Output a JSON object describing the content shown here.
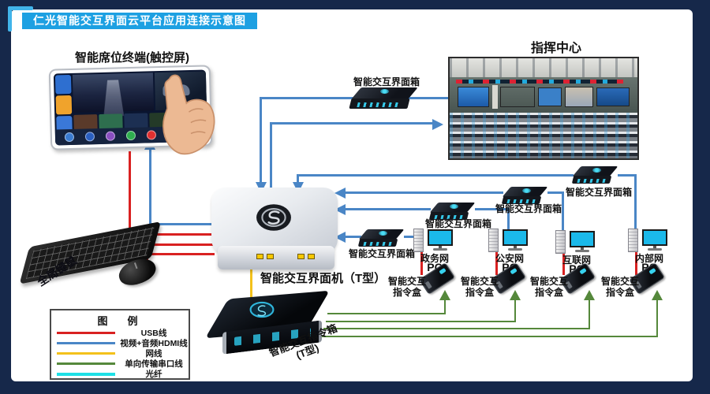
{
  "frame": {
    "title": "仁光智能交互界面云平台应用连接示意图"
  },
  "colors": {
    "navy": "#16284a",
    "banner": "#1da0e2",
    "accent": "#41b4ea",
    "blue": "#4a86c6",
    "red": "#d92121",
    "yellow": "#f3c11b",
    "green": "#55883b",
    "cyan": "#1ee0e6",
    "screen": "#1bb9ea"
  },
  "nodes": {
    "touch_terminal": {
      "label": "智能席位终端(触控屏)"
    },
    "command_center": {
      "label": "指挥中心"
    },
    "interface_box_top": {
      "label": "智能交互界面箱"
    },
    "main_unit": {
      "label": "智能交互界面机（T型）"
    },
    "keyboard_mouse": {
      "label": "全局键鼠"
    },
    "command_unit": {
      "label_line1": "智能交互指令箱",
      "label_line2": "(T型)"
    },
    "interface_boxes": [
      {
        "label": "智能交互界面箱"
      },
      {
        "label": "智能交互界面箱"
      },
      {
        "label": "智能交互界面箱"
      },
      {
        "label": "智能交互界面箱"
      }
    ],
    "pcs": [
      {
        "name": "政务网",
        "suffix": "PC"
      },
      {
        "name": "公安网",
        "suffix": "PC"
      },
      {
        "name": "互联网",
        "suffix": "PC"
      },
      {
        "name": "内部网",
        "suffix": "PC"
      }
    ],
    "command_boxes": [
      {
        "line1": "智能交互",
        "line2": "指令盒"
      },
      {
        "line1": "智能交互",
        "line2": "指令盒"
      },
      {
        "line1": "智能交互",
        "line2": "指令盒"
      },
      {
        "line1": "智能交互",
        "line2": "指令盒"
      }
    ]
  },
  "legend": {
    "title": "图　例",
    "items": [
      {
        "label": "USB线",
        "color": "#d92121"
      },
      {
        "label": "视频+音频HDMI线",
        "color": "#4a86c6"
      },
      {
        "label": "网线",
        "color": "#f3c11b"
      },
      {
        "label": "单向传输串口线",
        "color": "#55883b"
      },
      {
        "label": "光纤",
        "color": "#1ee0e6"
      }
    ]
  }
}
